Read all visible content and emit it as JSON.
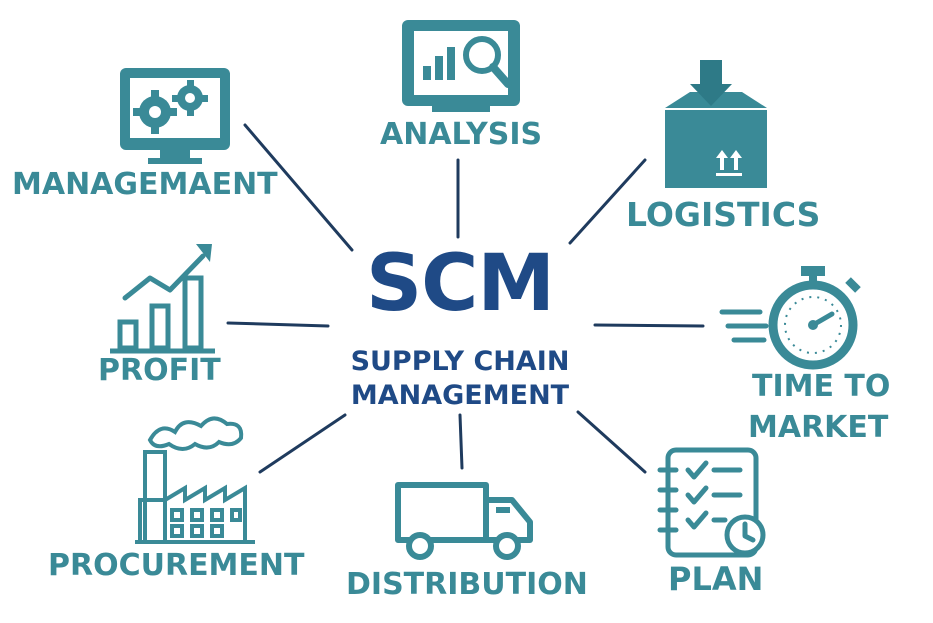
{
  "center": {
    "title": "SCM",
    "subtitle_line1": "SUPPLY CHAIN",
    "subtitle_line2": "MANAGEMENT"
  },
  "nodes": {
    "analysis": "ANALYSIS",
    "management": "MANAGEMAENT",
    "logistics": "LOGISTICS",
    "profit": "PROFIT",
    "time_to_market_line1": "TIME TO",
    "time_to_market_line2": "MARKET",
    "procurement": "PROCUREMENT",
    "distribution": "DISTRIBUTION",
    "plan": "PLAN"
  },
  "colors": {
    "accent": "#3a8a97",
    "center": "#1f4a86",
    "connector": "#1f3b5e"
  },
  "icons": [
    "analysis-monitor-icon",
    "gears-monitor-icon",
    "box-download-icon",
    "growth-bars-icon",
    "stopwatch-icon",
    "factory-icon",
    "delivery-truck-icon",
    "checklist-clock-icon"
  ]
}
